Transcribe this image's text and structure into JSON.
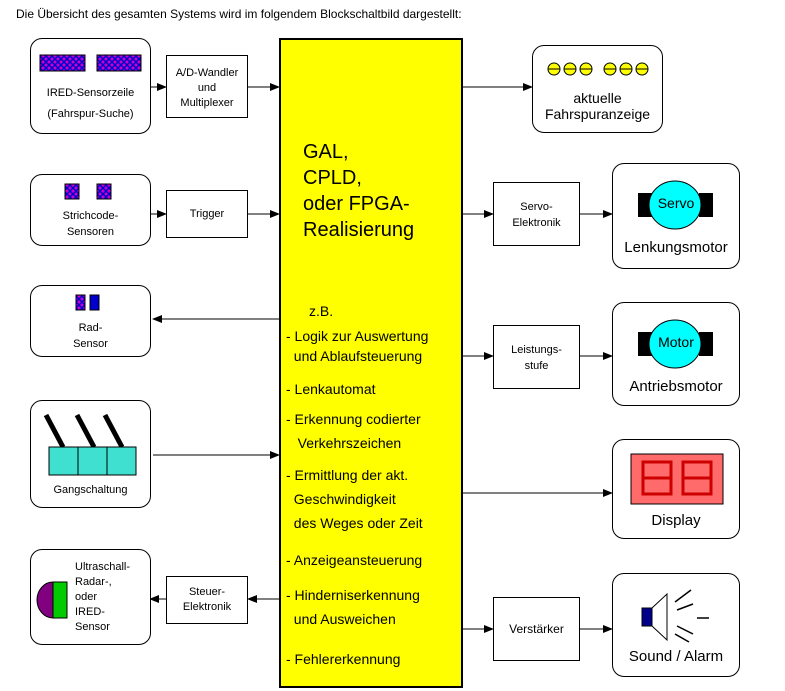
{
  "intro": "Die Übersicht des gesamten Systems wird im folgendem Blockschaltbild dargestellt:",
  "inputs": {
    "ired": {
      "line1": "IRED-Sensorzeile",
      "line2": "(Fahrspur-Suche)"
    },
    "ad": {
      "line1": "A/D-Wandler",
      "line2": "und",
      "line3": "Multiplexer"
    },
    "strich": {
      "line1": "Strichcode-",
      "line2": "Sensoren"
    },
    "trigger": "Trigger",
    "rad": {
      "line1": "Rad-",
      "line2": "Sensor"
    },
    "gang": "Gangschaltung",
    "ultra": {
      "line1": "Ultraschall-",
      "line2": "Radar-,",
      "line3": "oder",
      "line4": "IRED-",
      "line5": "Sensor"
    },
    "steuer": {
      "line1": "Steuer-",
      "line2": "Elektronik"
    }
  },
  "core": {
    "title": [
      "GAL,",
      "CPLD,",
      "oder FPGA-",
      "Realisierung"
    ],
    "zb": "z.B.",
    "items": [
      "- Logik zur Auswertung",
      "  und Ablaufsteuerung",
      "- Lenkautomat",
      "- Erkennung codierter",
      "   Verkehrszeichen",
      "- Ermittlung der akt.",
      "  Geschwindigkeit",
      "  des Weges oder Zeit",
      "- Anzeigeansteuerung",
      "- Hinderniserkennung",
      "  und Ausweichen",
      "- Fehlererkennung"
    ]
  },
  "outputs": {
    "fahrspur": {
      "line1": "aktuelle",
      "line2": "Fahrspuranzeige"
    },
    "servo_el": {
      "line1": "Servo-",
      "line2": "Elektronik"
    },
    "servo": {
      "label": "Servo",
      "caption": "Lenkungsmotor"
    },
    "leistung": {
      "line1": "Leistungs-",
      "line2": "stufe"
    },
    "motor": {
      "label": "Motor",
      "caption": "Antriebsmotor"
    },
    "display": {
      "digits": "88",
      "caption": "Display"
    },
    "verst": "Verstärker",
    "sound": {
      "caption": "Sound / Alarm"
    }
  },
  "colors": {
    "core": "#ffff00",
    "motor": "#00ffff",
    "display_bg": "#ff6a6a",
    "display_seg": "#cc0000",
    "teal": "#40e0d0",
    "purple": "#cc00cc",
    "blue": "#0000cc",
    "green": "#00cc00",
    "speaker": "#00008b",
    "led": "#ffff00"
  }
}
